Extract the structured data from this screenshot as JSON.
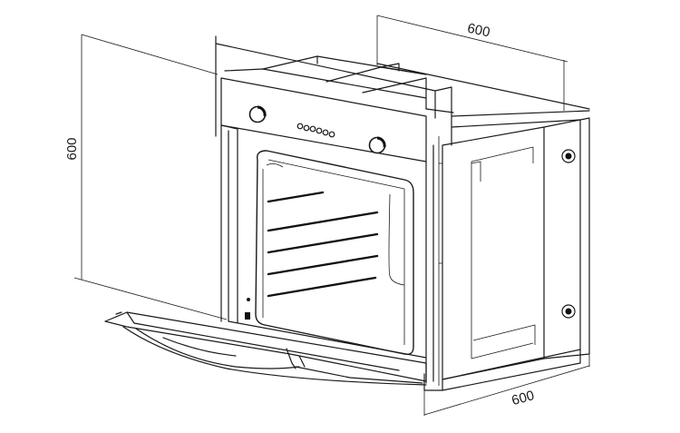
{
  "dimensions": {
    "width_label": "600",
    "height_label": "600",
    "depth_label": "600"
  },
  "control_panel": {
    "knob_count": 2,
    "indicator_dots": 6
  },
  "oven_racks": 5
}
